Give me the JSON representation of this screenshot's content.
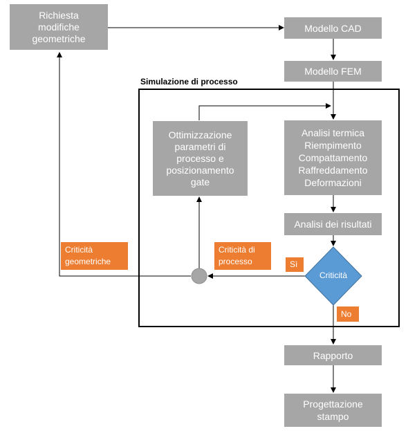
{
  "nodes": {
    "richiesta": "Richiesta\nmodifiche\ngeometriche",
    "cad": "Modello CAD",
    "fem": "Modello FEM",
    "ottimizzazione": "Ottimizzazione\nparametri di\nprocesso e\nposizionamento\ngate",
    "analisi": "Analisi termica\nRiempimento\nCompattamento\nRaffreddamento\nDeformazioni",
    "risultati": "Analisi dei risultati",
    "criticita": "Criticità",
    "rapporto": "Rapporto",
    "progettazione": "Progettazione\nstampo"
  },
  "group": {
    "label": "Simulazione di processo"
  },
  "edge_labels": {
    "criticita_geometriche": "Criticità\ngeometriche",
    "criticita_processo": "Criticità di\nprocesso",
    "si": "Sì",
    "no": "No"
  },
  "colors": {
    "process_box": "#a6a6a6",
    "decision": "#5b9bd5",
    "label": "#ed7d31"
  }
}
